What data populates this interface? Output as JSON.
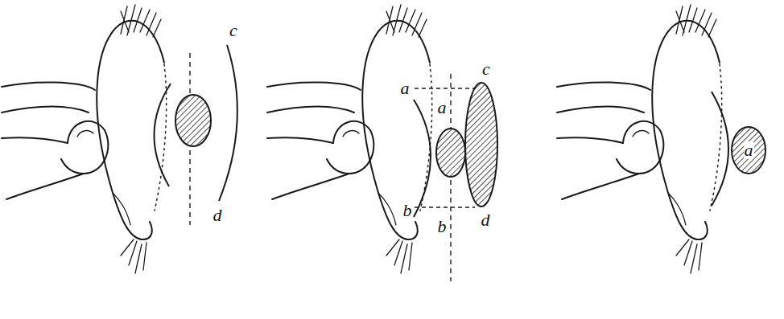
{
  "diagram": {
    "nodes": [
      {
        "text": [
          "a"
        ]
      }
    ],
    "labels": [
      "c",
      "d",
      "a",
      "a",
      "c",
      "b",
      "b",
      "d"
    ]
  }
}
